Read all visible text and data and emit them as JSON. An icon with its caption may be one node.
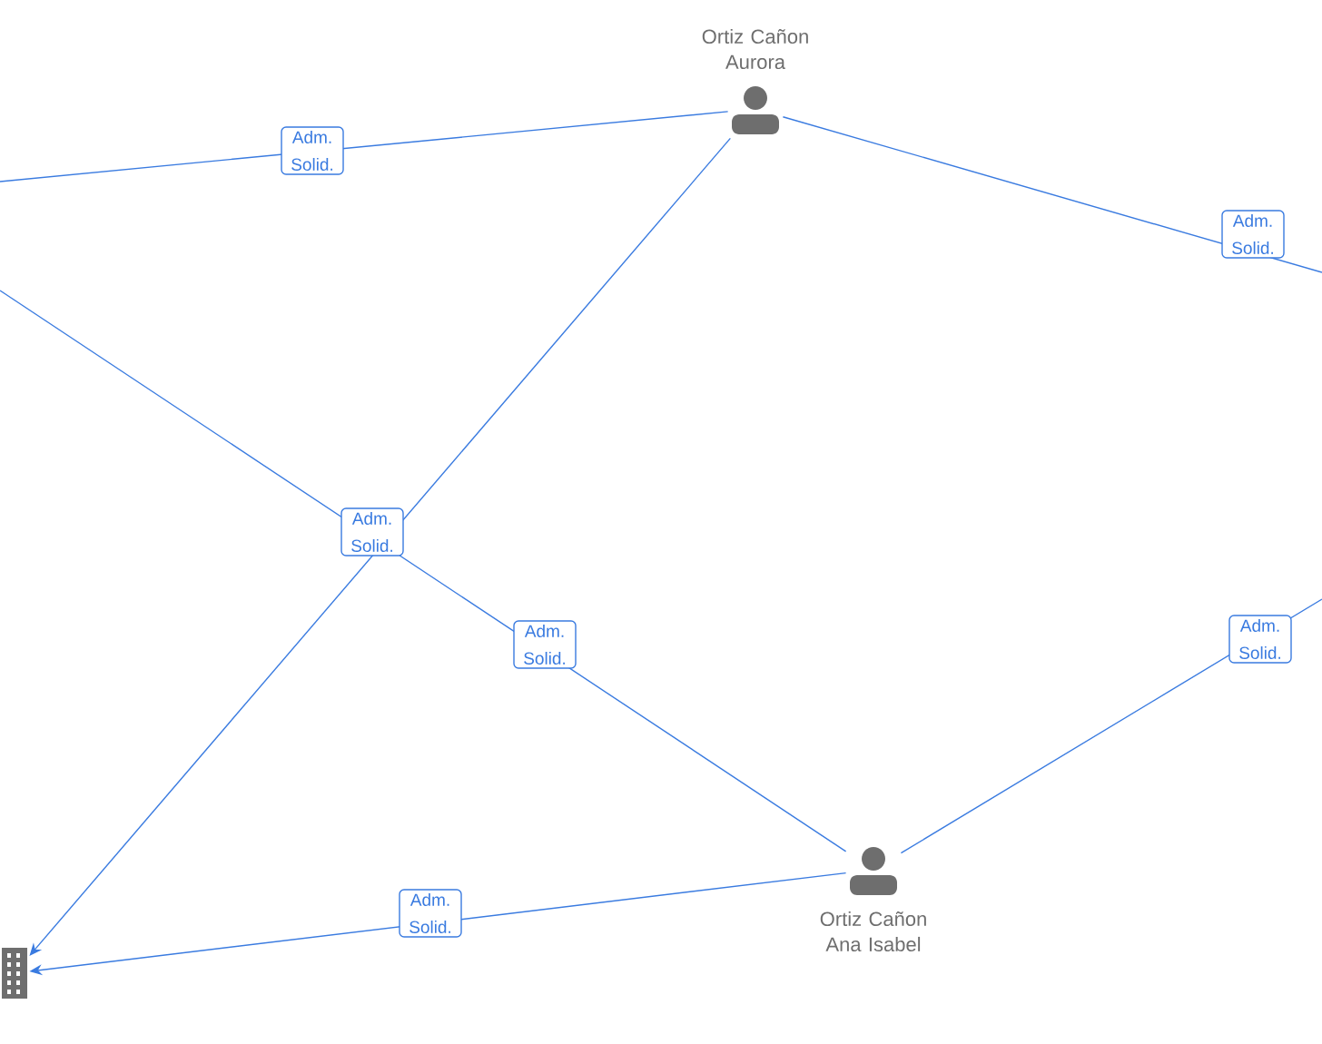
{
  "diagram": {
    "nodes": [
      {
        "text": [
          "Ortiz Cañon Aurora"
        ]
      },
      {
        "text": [
          "Ortiz Cañon Ana Isabel"
        ]
      },
      {
        "text": [],
        "shape": "building"
      }
    ],
    "edges": [
      {
        "from": 0,
        "to": null,
        "arrow": "none",
        "label": "Adm. Solid."
      },
      {
        "from": 0,
        "to": null,
        "arrow": "none",
        "label": "Adm. Solid."
      },
      {
        "from": 0,
        "to": 2,
        "arrow": "to",
        "label": "Adm. Solid."
      },
      {
        "from": null,
        "to": 1,
        "arrow": "none",
        "label": "Adm. Solid."
      },
      {
        "from": 1,
        "to": null,
        "arrow": "none",
        "label": "Adm. Solid."
      },
      {
        "from": 1,
        "to": 2,
        "arrow": "to",
        "label": "Adm. Solid."
      }
    ]
  }
}
